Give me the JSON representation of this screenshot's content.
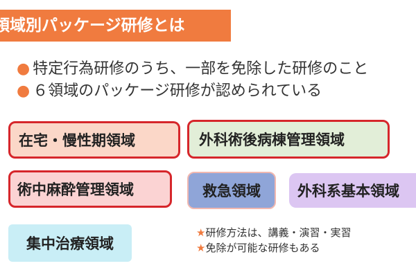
{
  "title": "領域別パッケージ研修とは",
  "bullets": [
    "特定行為研修のうち、一部を免除した研修のこと",
    "６領域のパッケージ研修が認められている"
  ],
  "bullet_marker": "●",
  "areas": [
    "在宅・慢性期領域",
    "外科術後病棟管理領域",
    "術中麻酔管理領域",
    "救急領域",
    "外科系基本領域",
    "集中治療領域"
  ],
  "notes": [
    "研修方法は、講義・演習・実習",
    "免除が可能な研修もある"
  ],
  "note_marker": "★",
  "colors": {
    "accent_orange": "#f07b3f",
    "box_border_red": "#d6262b"
  }
}
